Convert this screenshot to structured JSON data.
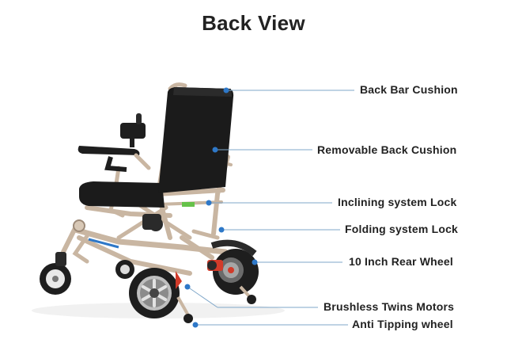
{
  "title": "Back View",
  "colors": {
    "leader_line": "#7fa7c9",
    "dot": "#2e78c8",
    "frame": "#c9b6a2",
    "cushion": "#1b1b1b",
    "tire": "#1e1e1e",
    "accent_red": "#d23b2a"
  },
  "callouts": [
    {
      "id": "back-bar-cushion",
      "label": "Back Bar Cushion"
    },
    {
      "id": "removable-back-cushion",
      "label": "Removable Back Cushion"
    },
    {
      "id": "inclining-system-lock",
      "label": "Inclining system Lock"
    },
    {
      "id": "folding-system-lock",
      "label": "Folding system Lock"
    },
    {
      "id": "rear-wheel",
      "label": "10 Inch Rear Wheel"
    },
    {
      "id": "brushless-motors",
      "label": "Brushless Twins Motors"
    },
    {
      "id": "anti-tipping-wheel",
      "label": "Anti Tipping wheel"
    }
  ]
}
